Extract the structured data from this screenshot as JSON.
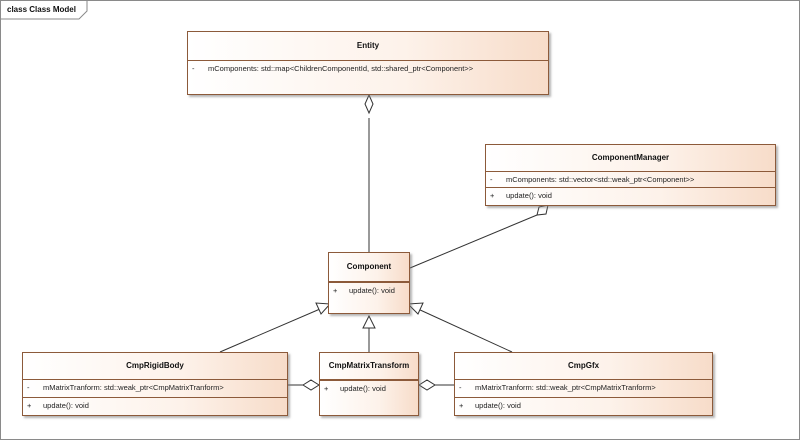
{
  "frame": {
    "title": "class Class Model"
  },
  "classes": {
    "entity": {
      "name": "Entity",
      "attributes": [
        {
          "vis": "-",
          "text": "mComponents: std::map<ChildrenComponentId, std::shared_ptr<Component>>"
        }
      ],
      "operations": []
    },
    "component_manager": {
      "name": "ComponentManager",
      "attributes": [
        {
          "vis": "-",
          "text": "mComponents: std::vector<std::weak_ptr<Component>>"
        }
      ],
      "operations": [
        {
          "vis": "+",
          "text": "update(): void"
        }
      ]
    },
    "component": {
      "name": "Component",
      "attributes": [],
      "operations": [
        {
          "vis": "+",
          "text": "update(): void"
        }
      ]
    },
    "cmp_rigid_body": {
      "name": "CmpRigidBody",
      "attributes": [
        {
          "vis": "-",
          "text": "mMatrixTranform: std::weak_ptr<CmpMatrixTranform>"
        }
      ],
      "operations": [
        {
          "vis": "+",
          "text": "update(): void"
        }
      ]
    },
    "cmp_matrix_transform": {
      "name": "CmpMatrixTransform",
      "attributes": [],
      "operations": [
        {
          "vis": "+",
          "text": "update(): void"
        }
      ]
    },
    "cmp_gfx": {
      "name": "CmpGfx",
      "attributes": [
        {
          "vis": "-",
          "text": "mMatrixTranform: std::weak_ptr<CmpMatrixTranform>"
        }
      ],
      "operations": [
        {
          "vis": "+",
          "text": "update(): void"
        }
      ]
    }
  },
  "colors": {
    "border": "#8c5a3a",
    "fill_light": "#ffffff",
    "fill_dark": "#f7dcc9",
    "line": "#333333"
  }
}
